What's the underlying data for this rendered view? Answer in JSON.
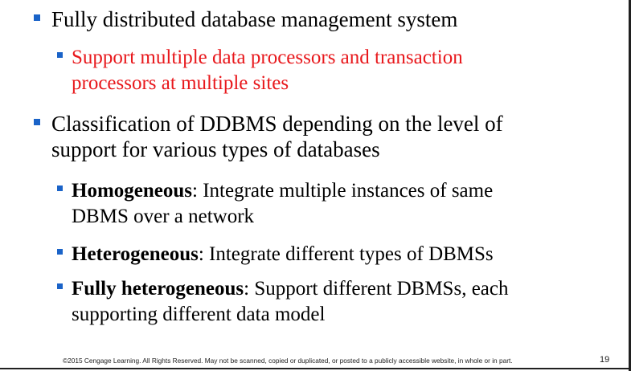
{
  "slide": {
    "bullets": [
      {
        "id": "b1",
        "text": "Fully distributed database management system",
        "children": [
          {
            "id": "b1-1",
            "text": "Support multiple data processors and transaction\nprocessors at multiple sites",
            "color": "#e8181c"
          }
        ]
      },
      {
        "id": "b2",
        "text": "Classification of DDBMS depending on the level of\nsupport for various types of databases",
        "children": [
          {
            "id": "b2-1",
            "term": "Homogeneous",
            "text": ": Integrate multiple instances of same\nDBMS over a network"
          },
          {
            "id": "b2-2",
            "term": "Heterogeneous",
            "text": ": Integrate different types of DBMSs"
          },
          {
            "id": "b2-3",
            "term": "Fully heterogeneous",
            "text": ": Support different DBMSs, each\nsupporting different data model"
          }
        ]
      }
    ],
    "bullet_color": "#1a63c8"
  },
  "footer": {
    "copyright": "©2015 Cengage Learning. All Rights Reserved. May not be scanned, copied or duplicated, or posted to a publicly accessible website, in whole or in part.",
    "page_number": "19"
  }
}
